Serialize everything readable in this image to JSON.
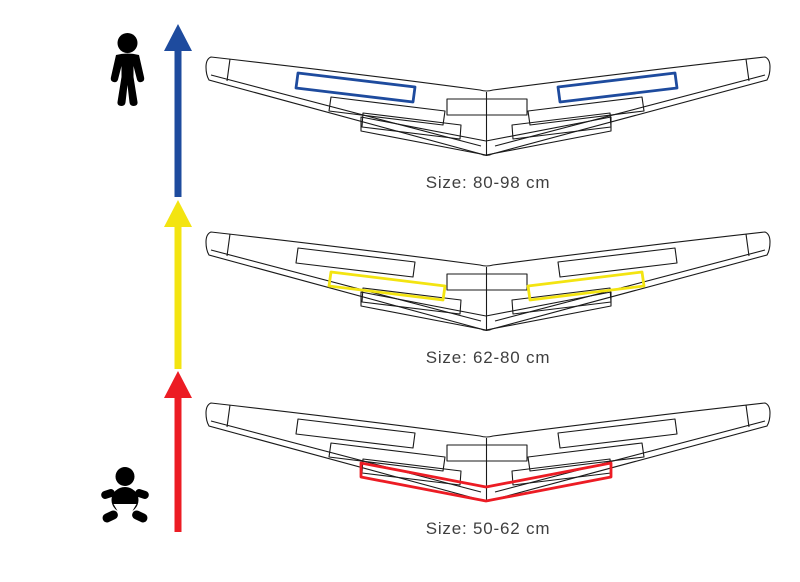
{
  "diagram": {
    "type": "size-guide",
    "background": "#ffffff",
    "text_color": "#3f3f3f",
    "outline_color": "#1a1a1a",
    "icons": {
      "top_left": "standing-child",
      "bottom_left": "sitting-baby",
      "icon_color": "#000000"
    },
    "arrows": [
      {
        "name": "blue-growth-arrow",
        "color": "#1e4b9e",
        "direction": "up",
        "position": "top"
      },
      {
        "name": "yellow-growth-arrow",
        "color": "#f3e411",
        "direction": "up",
        "position": "middle"
      },
      {
        "name": "red-growth-arrow",
        "color": "#ec1c24",
        "direction": "up",
        "position": "bottom"
      }
    ],
    "figures": [
      {
        "name": "large",
        "label": "Size: 80-98 cm",
        "highlight": "upper",
        "color": "#1e4b9e"
      },
      {
        "name": "medium",
        "label": "Size: 62-80 cm",
        "highlight": "middle",
        "color": "#f3e411"
      },
      {
        "name": "small",
        "label": "Size: 50-62 cm",
        "highlight": "bottom",
        "color": "#ec1c24"
      }
    ]
  }
}
